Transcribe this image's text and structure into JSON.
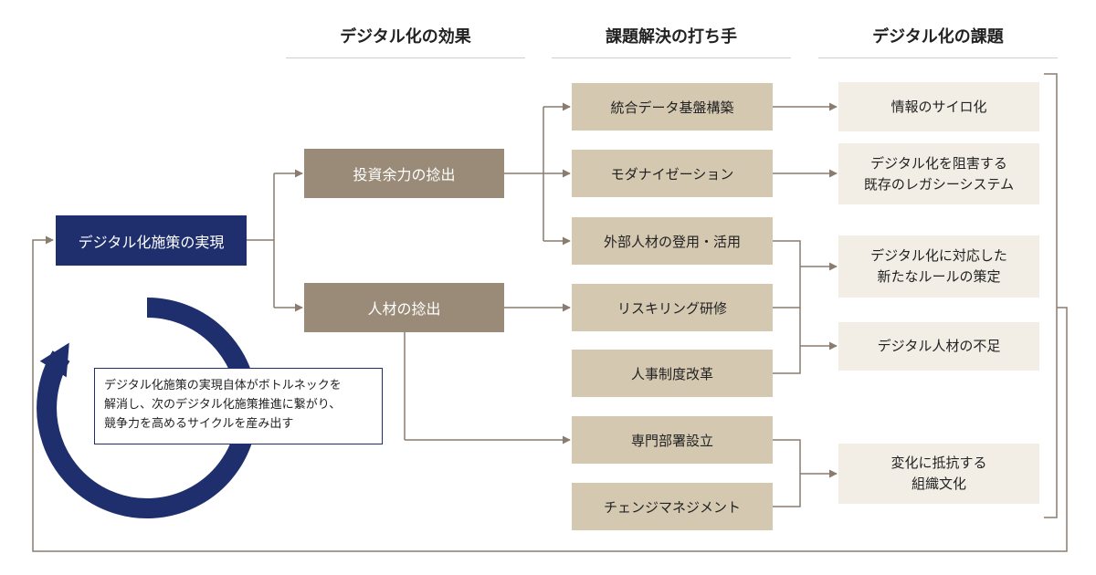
{
  "headers": {
    "effects": "デジタル化の効果",
    "measures": "課題解決の打ち手",
    "issues": "デジタル化の課題"
  },
  "start": "デジタル化施策の実現",
  "effects": {
    "investment": "投資余力の捻出",
    "talent": "人材の捻出"
  },
  "measures": {
    "data_platform": "統合データ基盤構築",
    "modernization": "モダナイゼーション",
    "external_talent": "外部人材の登用・活用",
    "reskilling": "リスキリング研修",
    "hr_reform": "人事制度改革",
    "dedicated_dept": "専門部署設立",
    "change_mgmt": "チェンジマネジメント"
  },
  "issues": {
    "silo": "情報のサイロ化",
    "legacy_line1": "デジタル化を阻害する",
    "legacy_line2": "既存のレガシーシステム",
    "rules_line1": "デジタル化に対応した",
    "rules_line2": "新たなルールの策定",
    "shortage": "デジタル人材の不足",
    "culture_line1": "変化に抵抗する",
    "culture_line2": "組織文化"
  },
  "note": {
    "line1": "デジタル化施策の実現自体がボトルネックを",
    "line2": "解消し、次のデジタル化施策推進に繋がり、",
    "line3": "競争力を高めるサイクルを産み出す"
  },
  "colors": {
    "navy": "#1f2f6e",
    "effect_box": "#9a8b79",
    "measure_box": "#d4c8b1",
    "issue_box": "#f2eee6",
    "connector": "#8a7c6e"
  }
}
